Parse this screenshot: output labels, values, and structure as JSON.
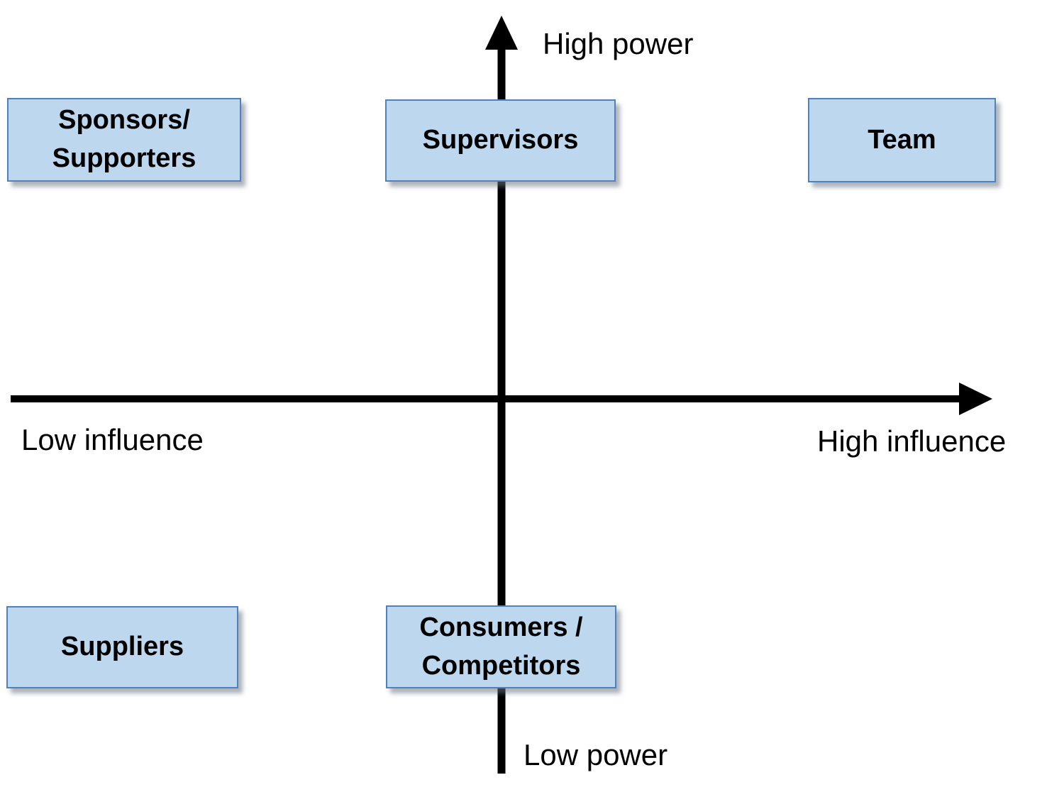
{
  "diagram": {
    "type": "quadrant-matrix",
    "axes": {
      "vertical": {
        "top_label": "High power",
        "bottom_label": "Low power"
      },
      "horizontal": {
        "left_label": "Low influence",
        "right_label": "High influence"
      }
    },
    "boxes": [
      {
        "id": "sponsors",
        "quadrant": "top-left",
        "label_lines": [
          "Sponsors/",
          "Supporters"
        ]
      },
      {
        "id": "supervisors",
        "quadrant": "top-center",
        "label_lines": [
          "Supervisors"
        ]
      },
      {
        "id": "team",
        "quadrant": "top-right",
        "label_lines": [
          "Team"
        ]
      },
      {
        "id": "suppliers",
        "quadrant": "bottom-left",
        "label_lines": [
          "Suppliers"
        ]
      },
      {
        "id": "consumers",
        "quadrant": "bottom-center",
        "label_lines": [
          "Consumers /",
          "Competitors"
        ]
      }
    ],
    "colors": {
      "box_fill": "#bdd7ee",
      "box_border": "#4f81bd",
      "axis": "#000000",
      "text": "#000000",
      "background": "#ffffff"
    }
  }
}
